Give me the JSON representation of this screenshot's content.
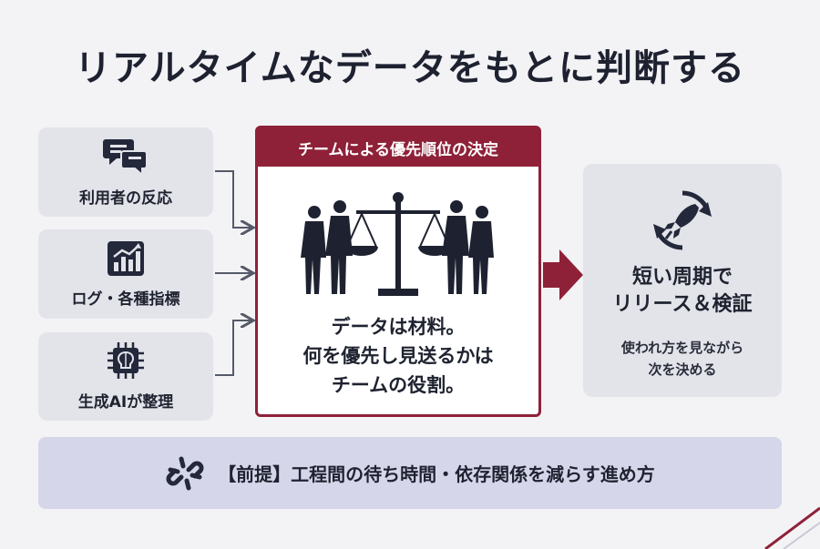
{
  "title": "リアルタイムなデータをもとに判断する",
  "inputs": [
    {
      "label": "利用者の反応",
      "icon": "chat-bubbles-icon"
    },
    {
      "label": "ログ・各種指標",
      "icon": "bar-chart-icon"
    },
    {
      "label": "生成AIが整理",
      "icon": "ai-chip-icon"
    }
  ],
  "center": {
    "header": "チームによる優先順位の決定",
    "illustration": "team-with-scales-icon",
    "lines": [
      "データは材料。",
      "何を優先し見送るかは",
      "チームの役割。"
    ]
  },
  "output": {
    "icon": "rocket-cycle-icon",
    "title_lines": [
      "短い周期で",
      "リリース＆検証"
    ],
    "sub_lines": [
      "使われ方を見ながら",
      "次を決める"
    ]
  },
  "premise": {
    "icon": "broken-link-icon",
    "text": "【前提】工程間の待ち時間・依存関係を減らす進め方"
  },
  "colors": {
    "accent": "#8e2138",
    "box": "#e3e4ea",
    "premise": "#d6d6ea",
    "text": "#1f2330"
  }
}
